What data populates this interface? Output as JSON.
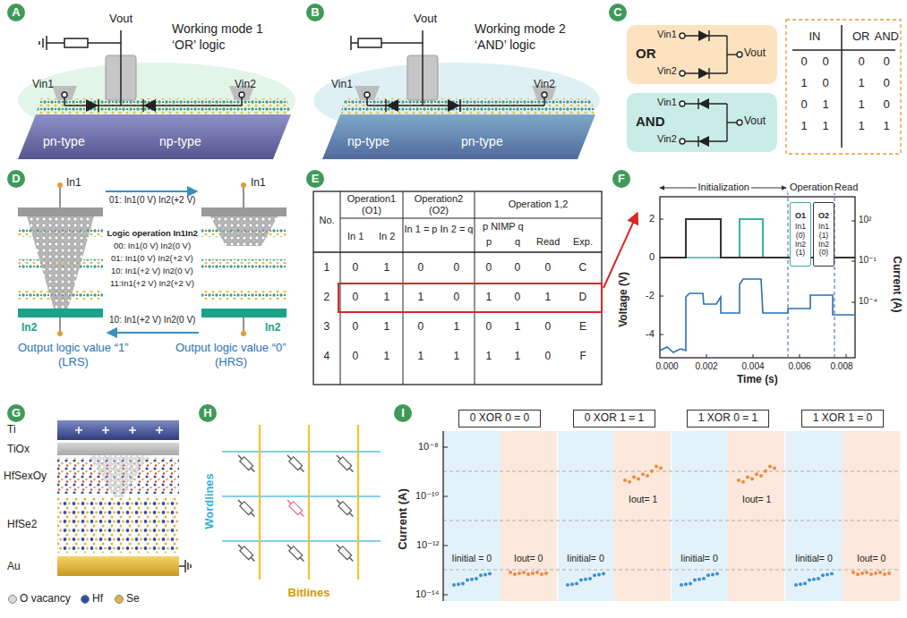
{
  "diagram": {
    "nodes": [
      {
        "text": [
          "A"
        ]
      },
      {
        "text": [
          "B"
        ]
      },
      {
        "text": [
          "C"
        ]
      },
      {
        "text": [
          "OR",
          "Vin1",
          "Vin2",
          "Vout"
        ]
      },
      {
        "text": [
          "AND",
          "Vin1",
          "Vin2",
          "Vout"
        ]
      },
      {
        "text": [
          "D"
        ]
      },
      {
        "text": [
          "E"
        ]
      },
      {
        "text": [
          "F"
        ]
      },
      {
        "text": [
          "O1",
          "In1 (0) In2 (1)"
        ]
      },
      {
        "text": [
          "O2",
          "In1 (1) In2 (0)"
        ]
      },
      {
        "text": [
          "G"
        ]
      },
      {
        "text": [
          "H"
        ]
      },
      {
        "text": [
          "I"
        ]
      },
      {
        "text": [
          "0 XOR 0 = 0"
        ]
      },
      {
        "text": [
          "0 XOR 1 = 1"
        ]
      },
      {
        "text": [
          "1 XOR 0 = 1"
        ]
      },
      {
        "text": [
          "1 XOR 1 = 0"
        ]
      }
    ],
    "labels": [
      "Vout",
      "Working mode 1",
      "‘OR’ logic",
      "Vin1",
      "Vin2",
      "pn-type",
      "np-type",
      "Vout",
      "Working mode 2",
      "‘AND’ logic",
      "Vin1",
      "Vin2",
      "np-type",
      "pn-type",
      "IN",
      "OR",
      "AND",
      "0",
      "0",
      "0",
      "0",
      "1",
      "0",
      "1",
      "0",
      "0",
      "1",
      "1",
      "0",
      "1",
      "1",
      "1",
      "1",
      "In1",
      "In1",
      "01: In1(0 V) In2(+2 V)",
      "Logic operation In1In2",
      "00: In1(0 V) In2(0 V)",
      "01: In1(0 V) In2(+2 V)",
      "10: In1(+2 V) In2(0 V)",
      "11:In1(+2 V) In2(+2 V)",
      "10: In1(+2 V) In2(0 V)",
      "In2",
      "In2",
      "Output logic value “1”",
      "(LRS)",
      "Output logic value “0”",
      "(HRS)",
      "No.",
      "Operation1 (O1)",
      "Operation2 (O2)",
      "Operation 1,2",
      "In 1",
      "In 2",
      "In 1 = p",
      "In 2 = q",
      "p NIMP q",
      "p",
      "q",
      "Read",
      "Exp.",
      "1",
      "0",
      "1",
      "0",
      "0",
      "0",
      "0",
      "0",
      "C",
      "2",
      "0",
      "1",
      "1",
      "0",
      "1",
      "0",
      "1",
      "D",
      "3",
      "0",
      "1",
      "0",
      "1",
      "0",
      "1",
      "0",
      "E",
      "4",
      "0",
      "1",
      "1",
      "1",
      "1",
      "1",
      "0",
      "F",
      "Initialization",
      "Operation",
      "Read",
      "Voltage (V)",
      "Current (A)",
      "Time (s)",
      "2",
      "0",
      "-2",
      "-4",
      "10²",
      "10⁻¹",
      "10⁻⁴",
      "0.000",
      "0.002",
      "0.004",
      "0.006",
      "0.008",
      "Ti",
      "TiOx",
      "HfSexOy",
      "HfSe2",
      "Au",
      "Wordlines",
      "Bitlines",
      "Current (A)",
      "10⁻⁸",
      "10⁻¹⁰",
      "10⁻¹²",
      "10⁻¹⁴",
      "Iinitial = 0",
      "Iout= 0",
      "Iinitial= 0",
      "Iout= 1",
      "Iinitial= 0",
      "Iout= 1",
      "Iinitial= 0",
      "Iout= 0"
    ],
    "legend": [
      {
        "text": "O vacancy",
        "color": "#d9d9d9"
      },
      {
        "text": "Hf",
        "color": "#2e4fa3"
      },
      {
        "text": "Se",
        "color": "#e2b24a"
      }
    ]
  }
}
